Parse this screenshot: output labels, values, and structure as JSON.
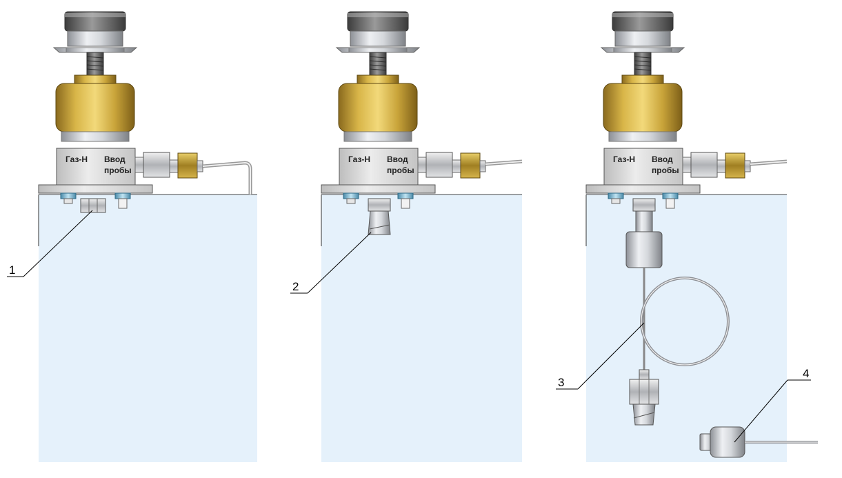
{
  "units": [
    {
      "label_gas": "Газ-Н",
      "label_input_line1": "Ввод",
      "label_input_line2": "пробы",
      "callout": "1"
    },
    {
      "label_gas": "Газ-Н",
      "label_input_line1": "Ввод",
      "label_input_line2": "пробы",
      "callout": "2"
    },
    {
      "label_gas": "Газ-Н",
      "label_input_line1": "Ввод",
      "label_input_line2": "пробы",
      "callout": "3"
    }
  ],
  "extra_callout": "4",
  "colors": {
    "panel": "#e5f1fb",
    "brass": "#c9a43a",
    "steel": "#c9ccd1",
    "body": "#dcdcdc",
    "knob": "#6f6f6f"
  }
}
